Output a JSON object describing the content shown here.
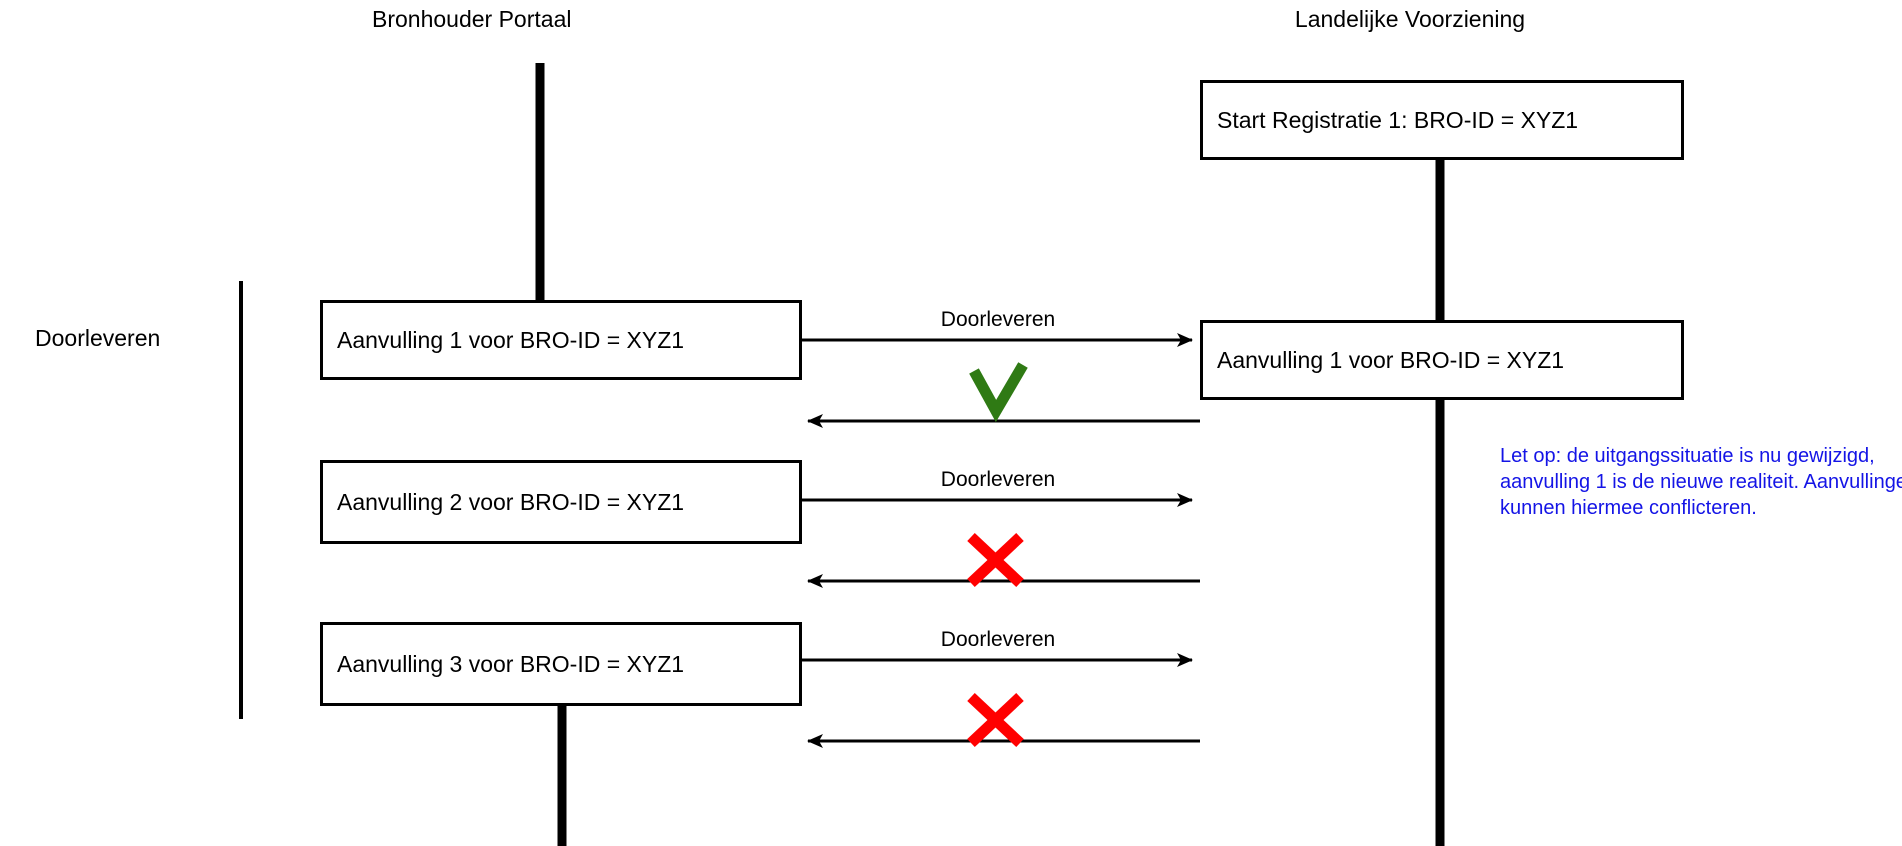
{
  "diagram": {
    "type": "sequence-diagram",
    "title_left": "Bronhouder Portaal",
    "title_right": "Landelijke Voorziening",
    "group_label": "Doorleveren",
    "colors": {
      "line": "#000000",
      "success": "#2f7a14",
      "failure": "#ff0000",
      "note": "#1414e6",
      "background": "#ffffff"
    },
    "lanes": [
      {
        "name": "bronhouder-portaal",
        "label": "Bronhouder Portaal"
      },
      {
        "name": "landelijke-voorziening",
        "label": "Landelijke Voorziening"
      }
    ],
    "boxes": [
      {
        "name": "start-registratie-box",
        "label": "Start Registratie 1: BRO-ID = XYZ1",
        "lane": "landelijke-voorziening"
      },
      {
        "name": "aanvulling-1-bronhouder-box",
        "label": "Aanvulling 1 voor BRO-ID = XYZ1",
        "lane": "bronhouder-portaal"
      },
      {
        "name": "aanvulling-1-landelijke-box",
        "label": "Aanvulling 1 voor BRO-ID = XYZ1",
        "lane": "landelijke-voorziening"
      },
      {
        "name": "aanvulling-2-bronhouder-box",
        "label": "Aanvulling 2 voor BRO-ID = XYZ1",
        "lane": "bronhouder-portaal"
      },
      {
        "name": "aanvulling-3-bronhouder-box",
        "label": "Aanvulling 3 voor BRO-ID = XYZ1",
        "lane": "bronhouder-portaal"
      }
    ],
    "messages": [
      {
        "name": "doorleveren-1",
        "label": "Doorleveren",
        "direction": "right",
        "result": "success",
        "result_marker": "check"
      },
      {
        "name": "doorleveren-2",
        "label": "Doorleveren",
        "direction": "right",
        "result": "failure",
        "result_marker": "cross"
      },
      {
        "name": "doorleveren-3",
        "label": "Doorleveren",
        "direction": "right",
        "result": "failure",
        "result_marker": "cross"
      }
    ],
    "note": {
      "name": "conflict-note",
      "text": "Let op: de uitgangssituatie is nu gewijzigd, aanvulling 1 is de nieuwe realiteit. Aanvullingen kunnen hiermee conflicteren."
    }
  }
}
